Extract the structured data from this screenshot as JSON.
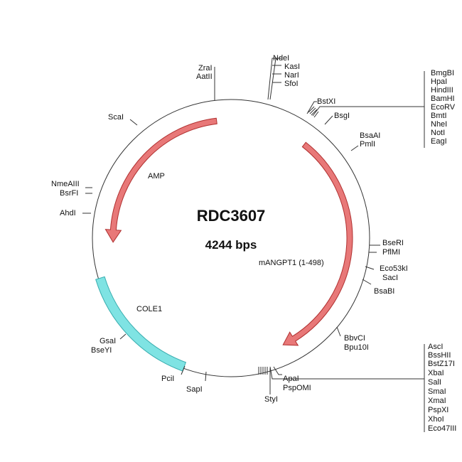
{
  "plasmid": {
    "name": "RDC3607",
    "size_label": "4244 bps",
    "length_bp": 4244
  },
  "colors": {
    "arrow_fill": "#e87878",
    "arrow_stroke": "#b03030",
    "cole1_fill": "#7fe3e3",
    "cole1_stroke": "#3aaeb0",
    "line": "#333333"
  },
  "features": [
    {
      "name": "AMP",
      "type": "arrow",
      "color": "red"
    },
    {
      "name": "mANGPT1 (1-498)",
      "type": "arrow",
      "color": "red"
    },
    {
      "name": "COLE1",
      "type": "band",
      "color": "cyan"
    }
  ],
  "sites": {
    "zral_aatii": [
      "ZraI",
      "AatII"
    ],
    "ndei_group": [
      "NdeI",
      "KasI",
      "NarI",
      "SfoI"
    ],
    "bstxi": [
      "BstXI"
    ],
    "mcs_top": [
      "BmgBI",
      "HpaI",
      "HindIII",
      "BamHI",
      "EcoRV",
      "BmtI",
      "NheI",
      "NotI",
      "EagI"
    ],
    "bsgi": [
      "BsgI"
    ],
    "bsaai_pmli": [
      "BsaAI",
      "PmlI"
    ],
    "scai": [
      "ScaI"
    ],
    "nmeaiii_bsrfi": [
      "NmeAIII",
      "BsrFI"
    ],
    "ahdi": [
      "AhdI"
    ],
    "bseri_pflmi": [
      "BseRI",
      "PflMI"
    ],
    "eco53ki_saci": [
      "Eco53kI",
      "SacI"
    ],
    "bsabi": [
      "BsaBI"
    ],
    "bbvci_bpu10i": [
      "BbvCI",
      "Bpu10I"
    ],
    "gsai_bseyi": [
      "GsaI",
      "BseYI"
    ],
    "pcii": [
      "PciI"
    ],
    "sapi": [
      "SapI"
    ],
    "apai_psp": [
      "ApaI",
      "PspOMI"
    ],
    "styi": [
      "StyI"
    ],
    "mcs_bottom": [
      "AscI",
      "BssHII",
      "BstZ17I",
      "XbaI",
      "SalI",
      "SmaI",
      "XmaI",
      "PspXI",
      "XhoI",
      "Eco47III"
    ]
  }
}
